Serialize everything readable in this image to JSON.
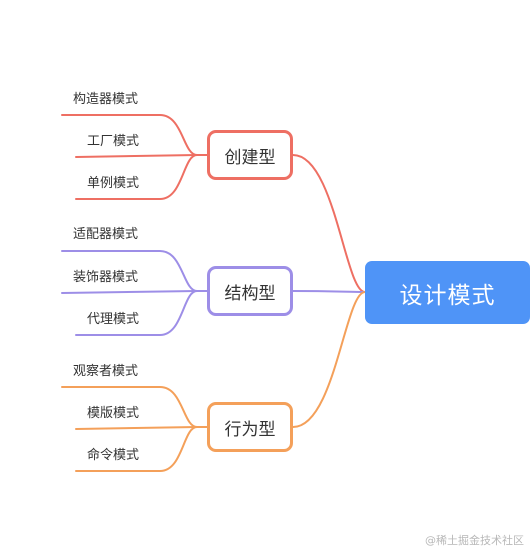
{
  "root": {
    "label": "设计模式",
    "color": "#4f94f7"
  },
  "branches": [
    {
      "label": "创建型",
      "color": "#ee6f63",
      "leaves": [
        "构造器模式",
        "工厂模式",
        "单例模式"
      ]
    },
    {
      "label": "结构型",
      "color": "#9d8ee7",
      "leaves": [
        "适配器模式",
        "装饰器模式",
        "代理模式"
      ]
    },
    {
      "label": "行为型",
      "color": "#f4a05a",
      "leaves": [
        "观察者模式",
        "模版模式",
        "命令模式"
      ]
    }
  ],
  "watermark": "@稀土掘金技术社区"
}
